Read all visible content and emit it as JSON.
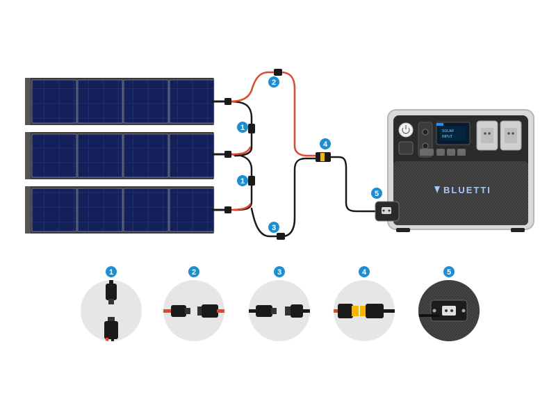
{
  "brand": {
    "name": "BLUETTI",
    "color": "#9ec9ff"
  },
  "colors": {
    "background": "#ffffff",
    "panel_cell": "#14205a",
    "panel_frame": "#3a3a3a",
    "cable_positive": "#e8442a",
    "cable_negative": "#1a1a1a",
    "badge": "#1a8fd6",
    "detail_circle": "#e6e6e6",
    "mc4_connector_yellow": "#f5b800"
  },
  "panels": {
    "count": 3,
    "cells_per_panel": 4,
    "grid_per_cell": "3x3"
  },
  "callouts": [
    {
      "label": "1",
      "part": "MC4 branch connector"
    },
    {
      "label": "2",
      "part": "MC4 extension connector (red)"
    },
    {
      "label": "3",
      "part": "MC4 extension connector (black)"
    },
    {
      "label": "4",
      "part": "MC4 to XT90 adapter"
    },
    {
      "label": "5",
      "part": "XT90 input port"
    }
  ],
  "diagram_callouts": [
    "1",
    "1",
    "2",
    "3",
    "4",
    "5"
  ],
  "screen": {
    "line1": "SOLAR",
    "line2": "INPUT"
  },
  "icons": {
    "power_button": "power-button-icon",
    "brand_logo": "bluetti-logo-icon"
  }
}
